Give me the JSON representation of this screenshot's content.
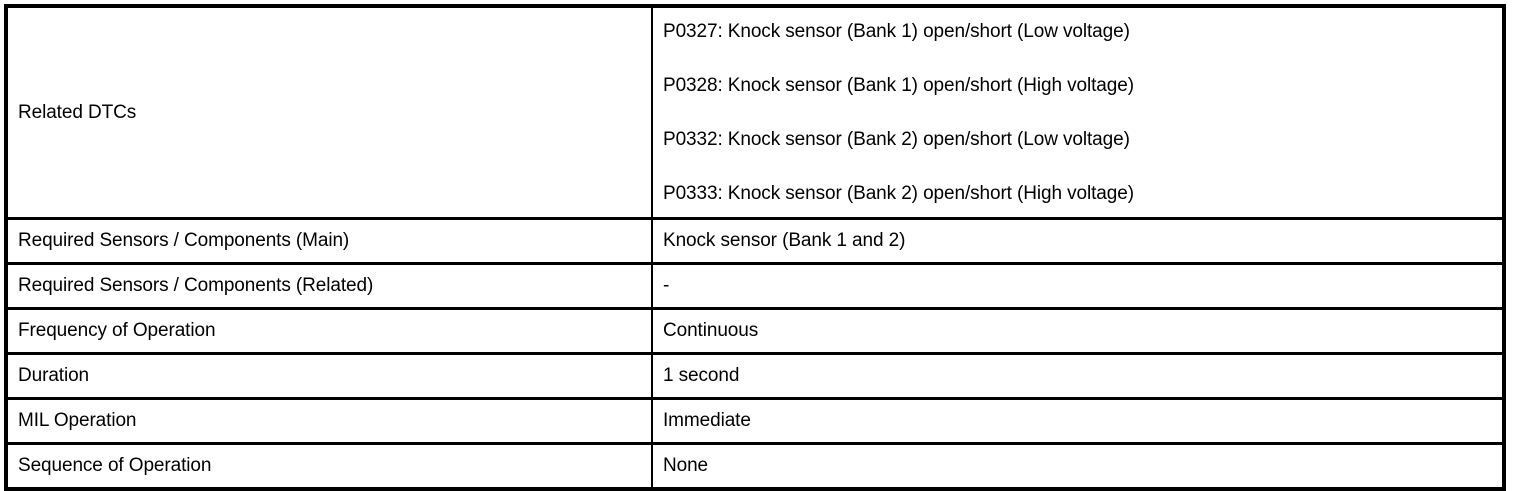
{
  "document": {
    "kind": "diagnostic-specification-table",
    "colors": {
      "text": "#000000",
      "border": "#000000",
      "background": "#ffffff"
    }
  },
  "table": {
    "rows": [
      {
        "label": "Related DTCs",
        "value_lines": [
          "P0327: Knock sensor (Bank 1) open/short (Low voltage)",
          "P0328: Knock sensor (Bank 1) open/short (High voltage)",
          "P0332: Knock sensor (Bank 2) open/short (Low voltage)",
          "P0333: Knock sensor (Bank 2) open/short (High voltage)"
        ]
      },
      {
        "label": "Required Sensors / Components (Main)",
        "value": "Knock sensor (Bank 1 and 2)"
      },
      {
        "label": "Required Sensors / Components (Related)",
        "value": "-"
      },
      {
        "label": "Frequency of Operation",
        "value": "Continuous"
      },
      {
        "label": "Duration",
        "value": "1 second"
      },
      {
        "label": "MIL Operation",
        "value": "Immediate"
      },
      {
        "label": "Sequence of Operation",
        "value": "None"
      }
    ]
  }
}
